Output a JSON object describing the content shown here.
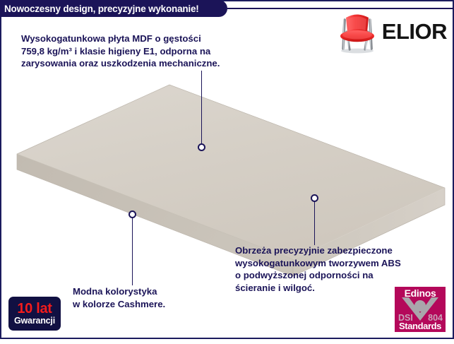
{
  "banner": {
    "headline": "Nowoczesny design, precyzyjne wykonanie!"
  },
  "logo": {
    "brand": "ELIOR",
    "icon": "red-chair",
    "chair_color": "#ef3434",
    "frame_color": "#b9bcc0"
  },
  "product": {
    "name": "plyta MDF Cashmere",
    "top_color": "#d5cfc6",
    "edge_color": "#cdc7bd",
    "side_color": "#c3bcb2"
  },
  "callouts": [
    {
      "id": "mdf-quality",
      "lines": [
        "Wysokogatunkowa płyta MDF o gęstości",
        "759,8 kg/m³ i klasie higieny E1, odporna na",
        "zarysowania oraz uszkodzenia mechaniczne."
      ]
    },
    {
      "id": "abs-edging",
      "lines": [
        "Obrzeża precyzyjnie zabezpieczone",
        "wysokogatunkowym tworzywem ABS",
        "o podwyższonej odporności na",
        "ścieranie i wilgoć."
      ]
    },
    {
      "id": "color",
      "lines": [
        "Modna kolorystyka",
        "w kolorze Cashmere."
      ]
    }
  ],
  "warranty_badge": {
    "top": "10 lat",
    "bottom": "Gwarancji",
    "top_color": "#f21c1c",
    "background": "#111042"
  },
  "certification_badge": {
    "title": "Edinos",
    "code_left": "DSI",
    "code_right": "804",
    "subtitle": "Standards",
    "background": "#b4085a"
  },
  "theme": {
    "navy": "#1b1458",
    "white": "#ffffff"
  }
}
